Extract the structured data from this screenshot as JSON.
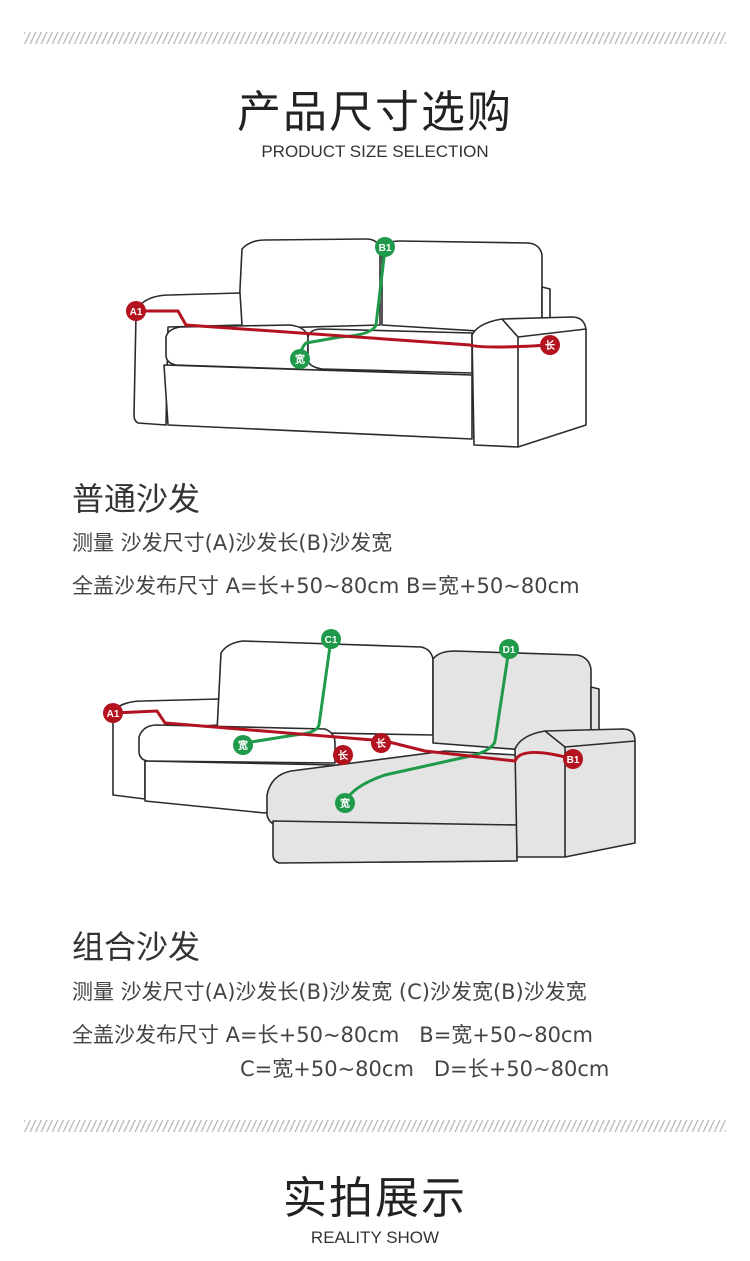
{
  "header": {
    "title": "产品尺寸选购",
    "subtitle": "PRODUCT SIZE SELECTION"
  },
  "regular_sofa": {
    "markers": {
      "a": "A1",
      "b": "B1",
      "length": "长",
      "width": "宽"
    },
    "heading": "普通沙发",
    "measure": "测量 沙发尺寸(A)沙发长(B)沙发宽",
    "cover": "全盖沙发布尺寸 A=长+50~80cm B=宽+50~80cm"
  },
  "combo_sofa": {
    "markers": {
      "a": "A1",
      "b": "B1",
      "c": "C1",
      "d": "D1",
      "length": "长",
      "width": "宽"
    },
    "heading": "组合沙发",
    "measure": "测量 沙发尺寸(A)沙发长(B)沙发宽 (C)沙发宽(B)沙发宽",
    "cover_line1": "全盖沙发布尺寸 A=长+50~80cm   B=宽+50~80cm",
    "cover_line2": "C=宽+50~80cm   D=长+50~80cm"
  },
  "footer": {
    "title": "实拍展示",
    "subtitle": "REALITY SHOW"
  },
  "colors": {
    "red_marker": "#b3121f",
    "green_marker": "#1f9a4b",
    "sofa_outline": "#2b2b2b",
    "chaise_fill": "#e4e4e4"
  }
}
